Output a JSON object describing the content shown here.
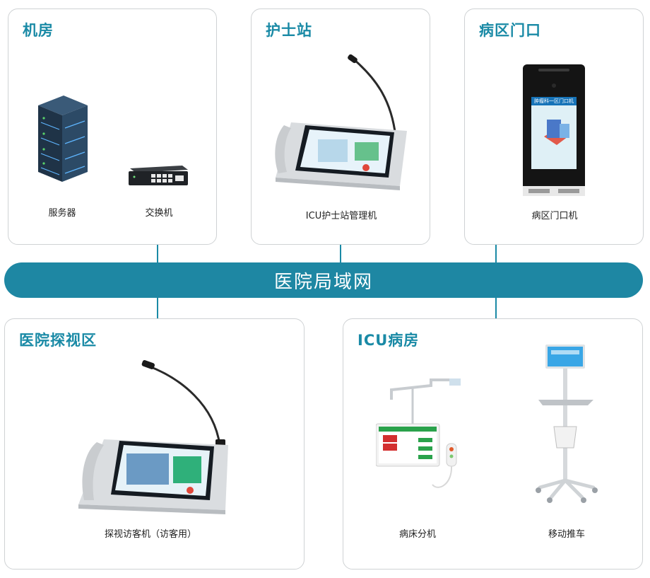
{
  "panels": {
    "server_room": {
      "title": "机房",
      "devices": {
        "server": "服务器",
        "switch": "交换机"
      }
    },
    "nurse_station": {
      "title": "护士站",
      "devices": {
        "terminal": "ICU护士站管理机"
      }
    },
    "ward_door": {
      "title": "病区门口",
      "devices": {
        "door_unit": "病区门口机"
      }
    },
    "visit_area": {
      "title": "医院探视区",
      "devices": {
        "visitor_terminal": "探视访客机（访客用）"
      }
    },
    "icu_ward": {
      "title": "ICU病房",
      "devices": {
        "bedside": "病床分机",
        "cart": "移动推车"
      }
    }
  },
  "network": {
    "label": "医院局域网"
  },
  "door_screen_text": "肿瘤科一区门口机",
  "colors": {
    "accent": "#1a8aa6",
    "bus": "#1e87a3",
    "border": "#cfd2d4"
  }
}
